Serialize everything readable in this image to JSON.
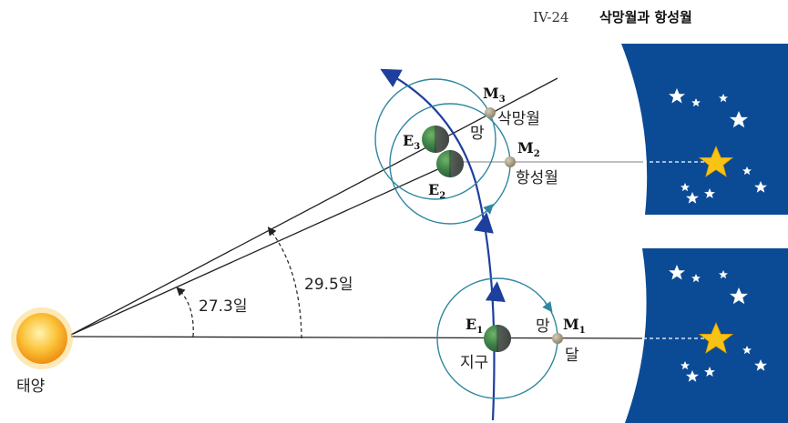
{
  "figure": {
    "number": "IV-24",
    "title": "삭망월과 항성월"
  },
  "labels": {
    "sun": "태양",
    "earth": "지구",
    "moon": "달",
    "full_moon_1": "망",
    "full_moon_3": "망",
    "synodic_month": "삭망월",
    "sidereal_month": "항성월",
    "angle_sidereal": "27.3일",
    "angle_synodic": "29.5일",
    "e1_letter": "E",
    "e1_sub": "1",
    "e2_letter": "E",
    "e2_sub": "2",
    "e3_letter": "E",
    "e3_sub": "3",
    "m1_letter": "M",
    "m1_sub": "1",
    "m2_letter": "M",
    "m2_sub": "2",
    "m3_letter": "M",
    "m3_sub": "3"
  },
  "colors": {
    "sky": "#0b4b96",
    "orbit": "#2f86a0",
    "earth_orbit": "#1f3f9e",
    "star": "#ffffff",
    "target_star": "#f7c416",
    "sun": "#f6a623",
    "moon": "#a99e82"
  }
}
